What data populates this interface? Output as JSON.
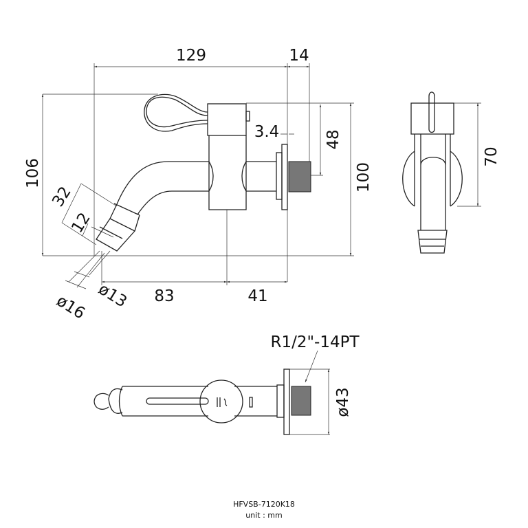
{
  "dimensions": {
    "overall_length": "129",
    "thread_length": "14",
    "overall_height": "106",
    "height_to_wall": "100",
    "handle_height": "48",
    "flange_offset": "3.4",
    "spout_length": "32",
    "nozzle_length": "12",
    "nozzle_outer_dia": "ø16",
    "nozzle_inner_dia": "ø13",
    "spout_reach": "83",
    "body_offset": "41",
    "side_height": "70",
    "flange_dia": "ø43",
    "thread_spec": "R1/2\"-14PT"
  },
  "caption": {
    "model": "HFVSB-7120K18",
    "unit": "unit : mm"
  }
}
